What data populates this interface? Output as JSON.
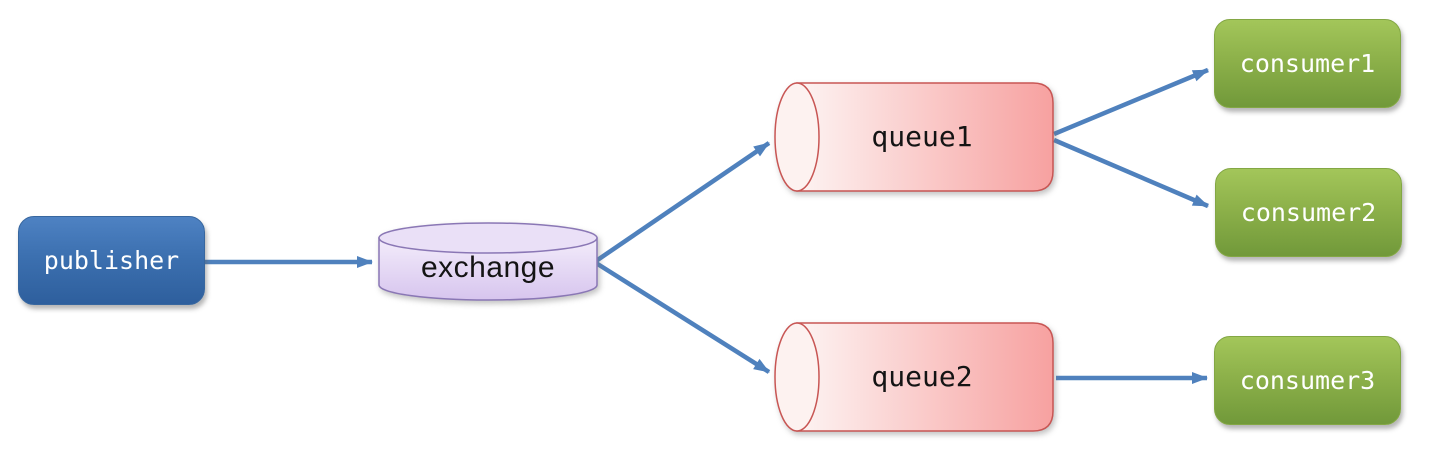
{
  "diagram": {
    "type": "message-broker-topology",
    "background": "#ffffff"
  },
  "nodes": {
    "publisher": {
      "label": "publisher",
      "shape": "rounded-box",
      "fill_top": "#4e82c3",
      "fill_bottom": "#2e5f9d",
      "border": "#38679f",
      "text_color": "#ffffff"
    },
    "exchange": {
      "label": "exchange",
      "shape": "cylinder-vertical",
      "fill_top": "#f3ecfb",
      "fill_bottom": "#d7c5ee",
      "border": "#8a77b5",
      "text_color": "#141414"
    },
    "queue1": {
      "label": "queue1",
      "shape": "cylinder-horizontal",
      "fill_left": "#fdf4f3",
      "fill_right": "#f7a1a0",
      "border": "#c85654",
      "text_color": "#141414"
    },
    "queue2": {
      "label": "queue2",
      "shape": "cylinder-horizontal",
      "fill_left": "#fdf4f3",
      "fill_right": "#f7a1a0",
      "border": "#c85654",
      "text_color": "#141414"
    },
    "consumer1": {
      "label": "consumer1",
      "shape": "rounded-box",
      "fill_top": "#a3c65a",
      "fill_bottom": "#71993a",
      "border": "#83a744",
      "text_color": "#ffffff"
    },
    "consumer2": {
      "label": "consumer2",
      "shape": "rounded-box",
      "fill_top": "#a3c65a",
      "fill_bottom": "#71993a",
      "border": "#83a744",
      "text_color": "#ffffff"
    },
    "consumer3": {
      "label": "consumer3",
      "shape": "rounded-box",
      "fill_top": "#a3c65a",
      "fill_bottom": "#71993a",
      "border": "#83a744",
      "text_color": "#ffffff"
    }
  },
  "edges": [
    {
      "from": "publisher",
      "to": "exchange"
    },
    {
      "from": "exchange",
      "to": "queue1"
    },
    {
      "from": "exchange",
      "to": "queue2"
    },
    {
      "from": "queue1",
      "to": "consumer1"
    },
    {
      "from": "queue1",
      "to": "consumer2"
    },
    {
      "from": "queue2",
      "to": "consumer3"
    }
  ],
  "colors": {
    "arrow": "#4f81bd",
    "background": "#ffffff"
  }
}
